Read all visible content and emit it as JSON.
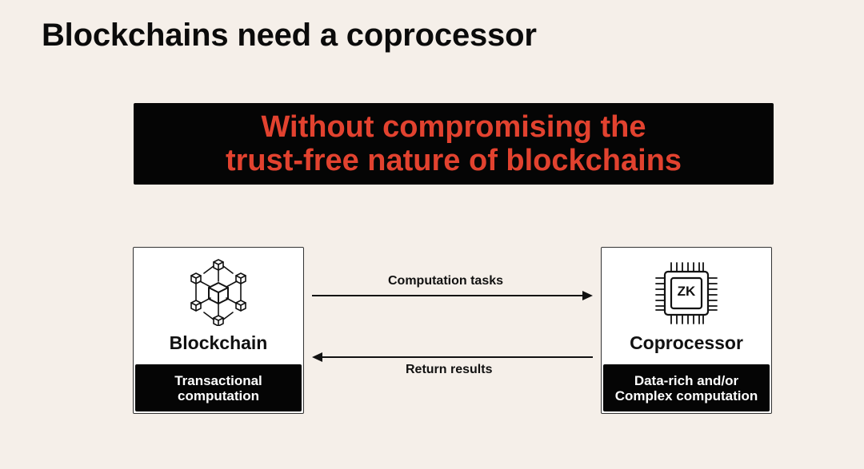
{
  "slide": {
    "title": "Blockchains need a coprocessor",
    "banner": {
      "line1": "Without compromising the",
      "line2": "trust-free nature of blockchains",
      "text_color": "#e2422f",
      "background": "#050505"
    },
    "blockchain": {
      "icon": "blockchain-network-icon",
      "label": "Blockchain",
      "footer_line1": "Transactional",
      "footer_line2": "computation"
    },
    "coprocessor": {
      "icon": "zk-chip-icon",
      "chip_text": "ZK",
      "label": "Coprocessor",
      "footer_line1": "Data-rich and/or",
      "footer_line2": "Complex computation"
    },
    "arrows": {
      "forward_label": "Computation tasks",
      "back_label": "Return results"
    },
    "background": "#f5efe9"
  }
}
